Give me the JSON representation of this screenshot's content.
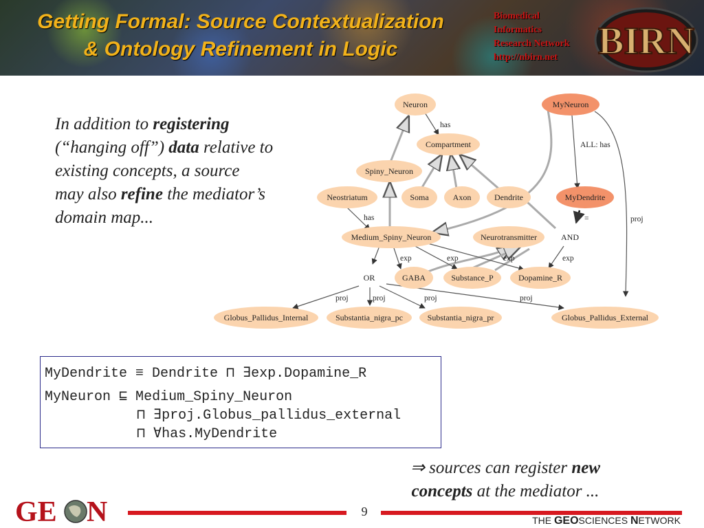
{
  "header": {
    "title_line1": "Getting Formal: Source Contextualization",
    "title_line2": "& Ontology Refinement in Logic",
    "birn_lines": [
      "Biomedical",
      "Informatics",
      "Research Network",
      "http://nbirn.net"
    ],
    "birn_logo_text": "BIRN"
  },
  "intro": {
    "l1_a": "In addition to ",
    "l1_b": "registering",
    "l2_a": " (“hanging off”) ",
    "l2_b": "data",
    "l2_c": " relative to",
    "l3": "existing concepts, a source",
    "l4_a": "may also ",
    "l4_b": "refine",
    "l4_c": " the mediator’s",
    "l5": "domain map..."
  },
  "diagram": {
    "nodes": {
      "neuron": "Neuron",
      "myneuron": "MyNeuron",
      "compartment": "Compartment",
      "spiny_neuron": "Spiny_Neuron",
      "neostriatum": "Neostriatum",
      "soma": "Soma",
      "axon": "Axon",
      "dendrite": "Dendrite",
      "mydendrite": "MyDendrite",
      "msn": "Medium_Spiny_Neuron",
      "neurotransmitter": "Neurotransmitter",
      "and": "AND",
      "or": "OR",
      "gaba": "GABA",
      "substance_p": "Substance_P",
      "dopamine_r": "Dopamine_R",
      "gp_internal": "Globus_Pallidus_Internal",
      "sn_pc": "Substantia_nigra_pc",
      "sn_pr": "Substantia_nigra_pr",
      "gp_external": "Globus_Pallidus_External"
    },
    "edge_labels": {
      "has1": "has",
      "allhas": "ALL: has",
      "has2": "has",
      "eq": "=",
      "proj_right": "proj",
      "exp1": "exp",
      "exp2": "exp",
      "exp3": "exp",
      "exp4": "exp",
      "proj1": "proj",
      "proj2": "proj",
      "proj3": "proj",
      "proj4": "proj"
    },
    "colors": {
      "node_fill": "#fbd4ae",
      "node_highlight": "#f3926a",
      "edge": "#666666",
      "subclass_edge": "#aaaaaa"
    }
  },
  "formula": {
    "line1": "MyDendrite ≡ Dendrite ⊓ ∃exp.Dopamine_R",
    "line2": "MyNeuron ⊑ Medium_Spiny_Neuron",
    "line3": "⊓ ∃proj.Globus_pallidus_external",
    "line4": "⊓ ∀has.MyDendrite"
  },
  "conclusion": {
    "l1_a": "⇒ sources can register ",
    "l1_b": "new",
    "l2_a": "concepts",
    "l2_b": " at the mediator ..."
  },
  "footer": {
    "geon_logo_text": "GEON",
    "page_number": "9",
    "the": "THE ",
    "geo_g": "GEO",
    "sciences": "SCIENCES ",
    "net_n": "N",
    "etwork": "ETWORK"
  }
}
